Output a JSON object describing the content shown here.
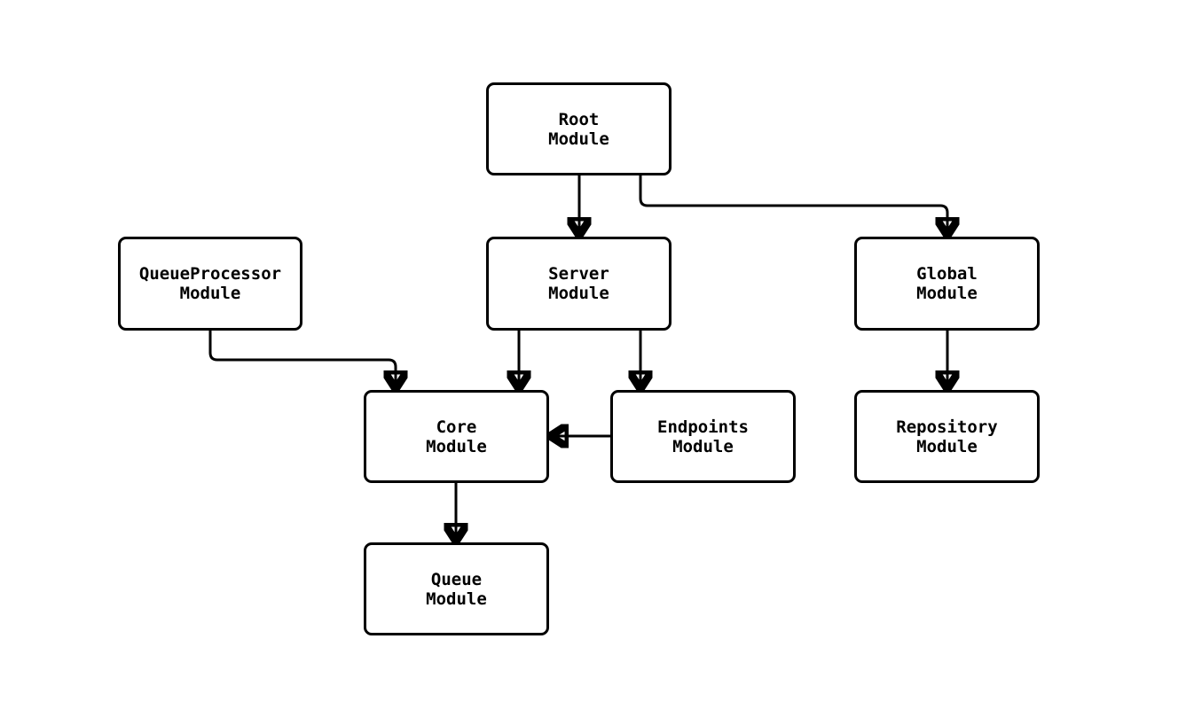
{
  "diagram": {
    "type": "module-dependency-graph",
    "colors": {
      "background": "#ffffff",
      "node_fill": "#ffffff",
      "node_border": "#000000",
      "edge": "#000000",
      "text": "#000000"
    },
    "nodes": [
      {
        "id": "root",
        "line1": "Root",
        "line2": "Module"
      },
      {
        "id": "queueprocessor",
        "line1": "QueueProcessor",
        "line2": "Module"
      },
      {
        "id": "server",
        "line1": "Server",
        "line2": "Module"
      },
      {
        "id": "global",
        "line1": "Global",
        "line2": "Module"
      },
      {
        "id": "core",
        "line1": "Core",
        "line2": "Module"
      },
      {
        "id": "endpoints",
        "line1": "Endpoints",
        "line2": "Module"
      },
      {
        "id": "repository",
        "line1": "Repository",
        "line2": "Module"
      },
      {
        "id": "queue",
        "line1": "Queue",
        "line2": "Module"
      }
    ],
    "edges": [
      {
        "from": "Root Module",
        "to": "Server Module"
      },
      {
        "from": "Root Module",
        "to": "Global Module"
      },
      {
        "from": "QueueProcessor Module",
        "to": "Core Module"
      },
      {
        "from": "Server Module",
        "to": "Core Module"
      },
      {
        "from": "Server Module",
        "to": "Endpoints Module"
      },
      {
        "from": "Global Module",
        "to": "Repository Module"
      },
      {
        "from": "Endpoints Module",
        "to": "Core Module"
      },
      {
        "from": "Core Module",
        "to": "Queue Module"
      }
    ]
  }
}
